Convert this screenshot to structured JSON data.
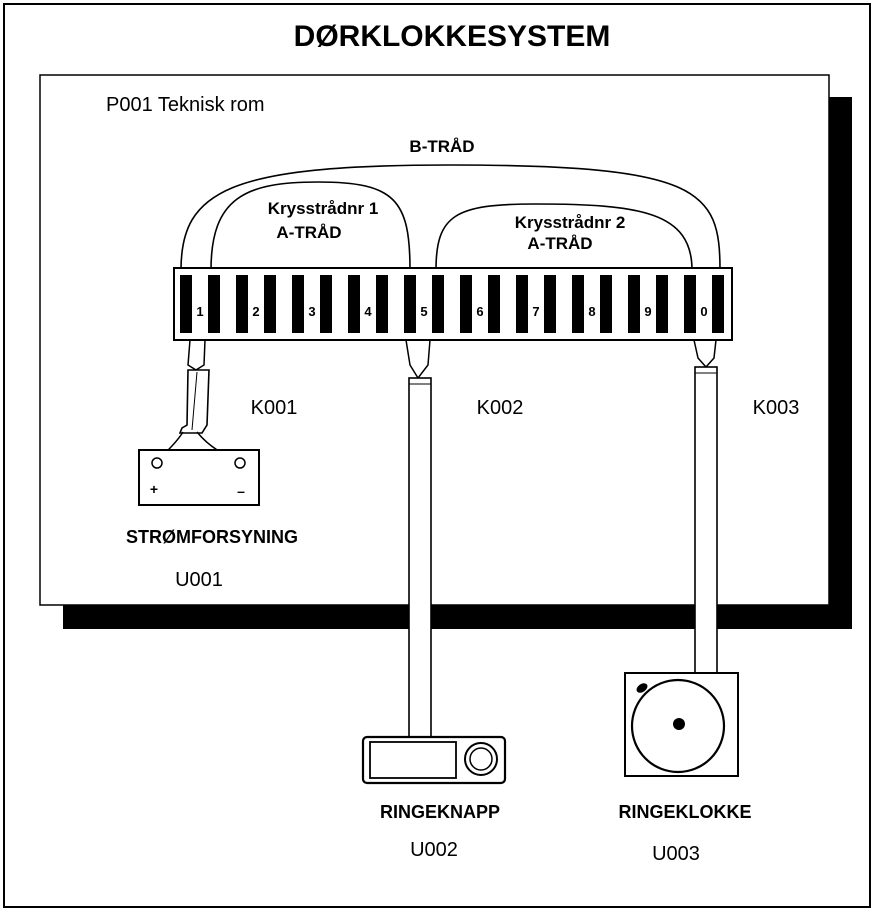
{
  "title": "DØRKLOKKESYSTEM",
  "room": {
    "label": "P001 Teknisk rom"
  },
  "wires": {
    "b_wire": "B-TRÅD",
    "cross1": "Krysstrådnr 1",
    "cross1_a": "A-TRÅD",
    "cross2": "Krysstrådnr 2",
    "cross2_a": "A-TRÅD"
  },
  "terminal_block": {
    "terminals": [
      "1",
      "2",
      "3",
      "4",
      "5",
      "6",
      "7",
      "8",
      "9",
      "0"
    ]
  },
  "cables": [
    "K001",
    "K002",
    "K003"
  ],
  "units": {
    "power": {
      "name": "STRØMFORSYNING",
      "id": "U001",
      "plus": "+",
      "minus": "–"
    },
    "button": {
      "name": "RINGEKNAPP",
      "id": "U002"
    },
    "bell": {
      "name": "RINGEKLOKKE",
      "id": "U003"
    }
  }
}
